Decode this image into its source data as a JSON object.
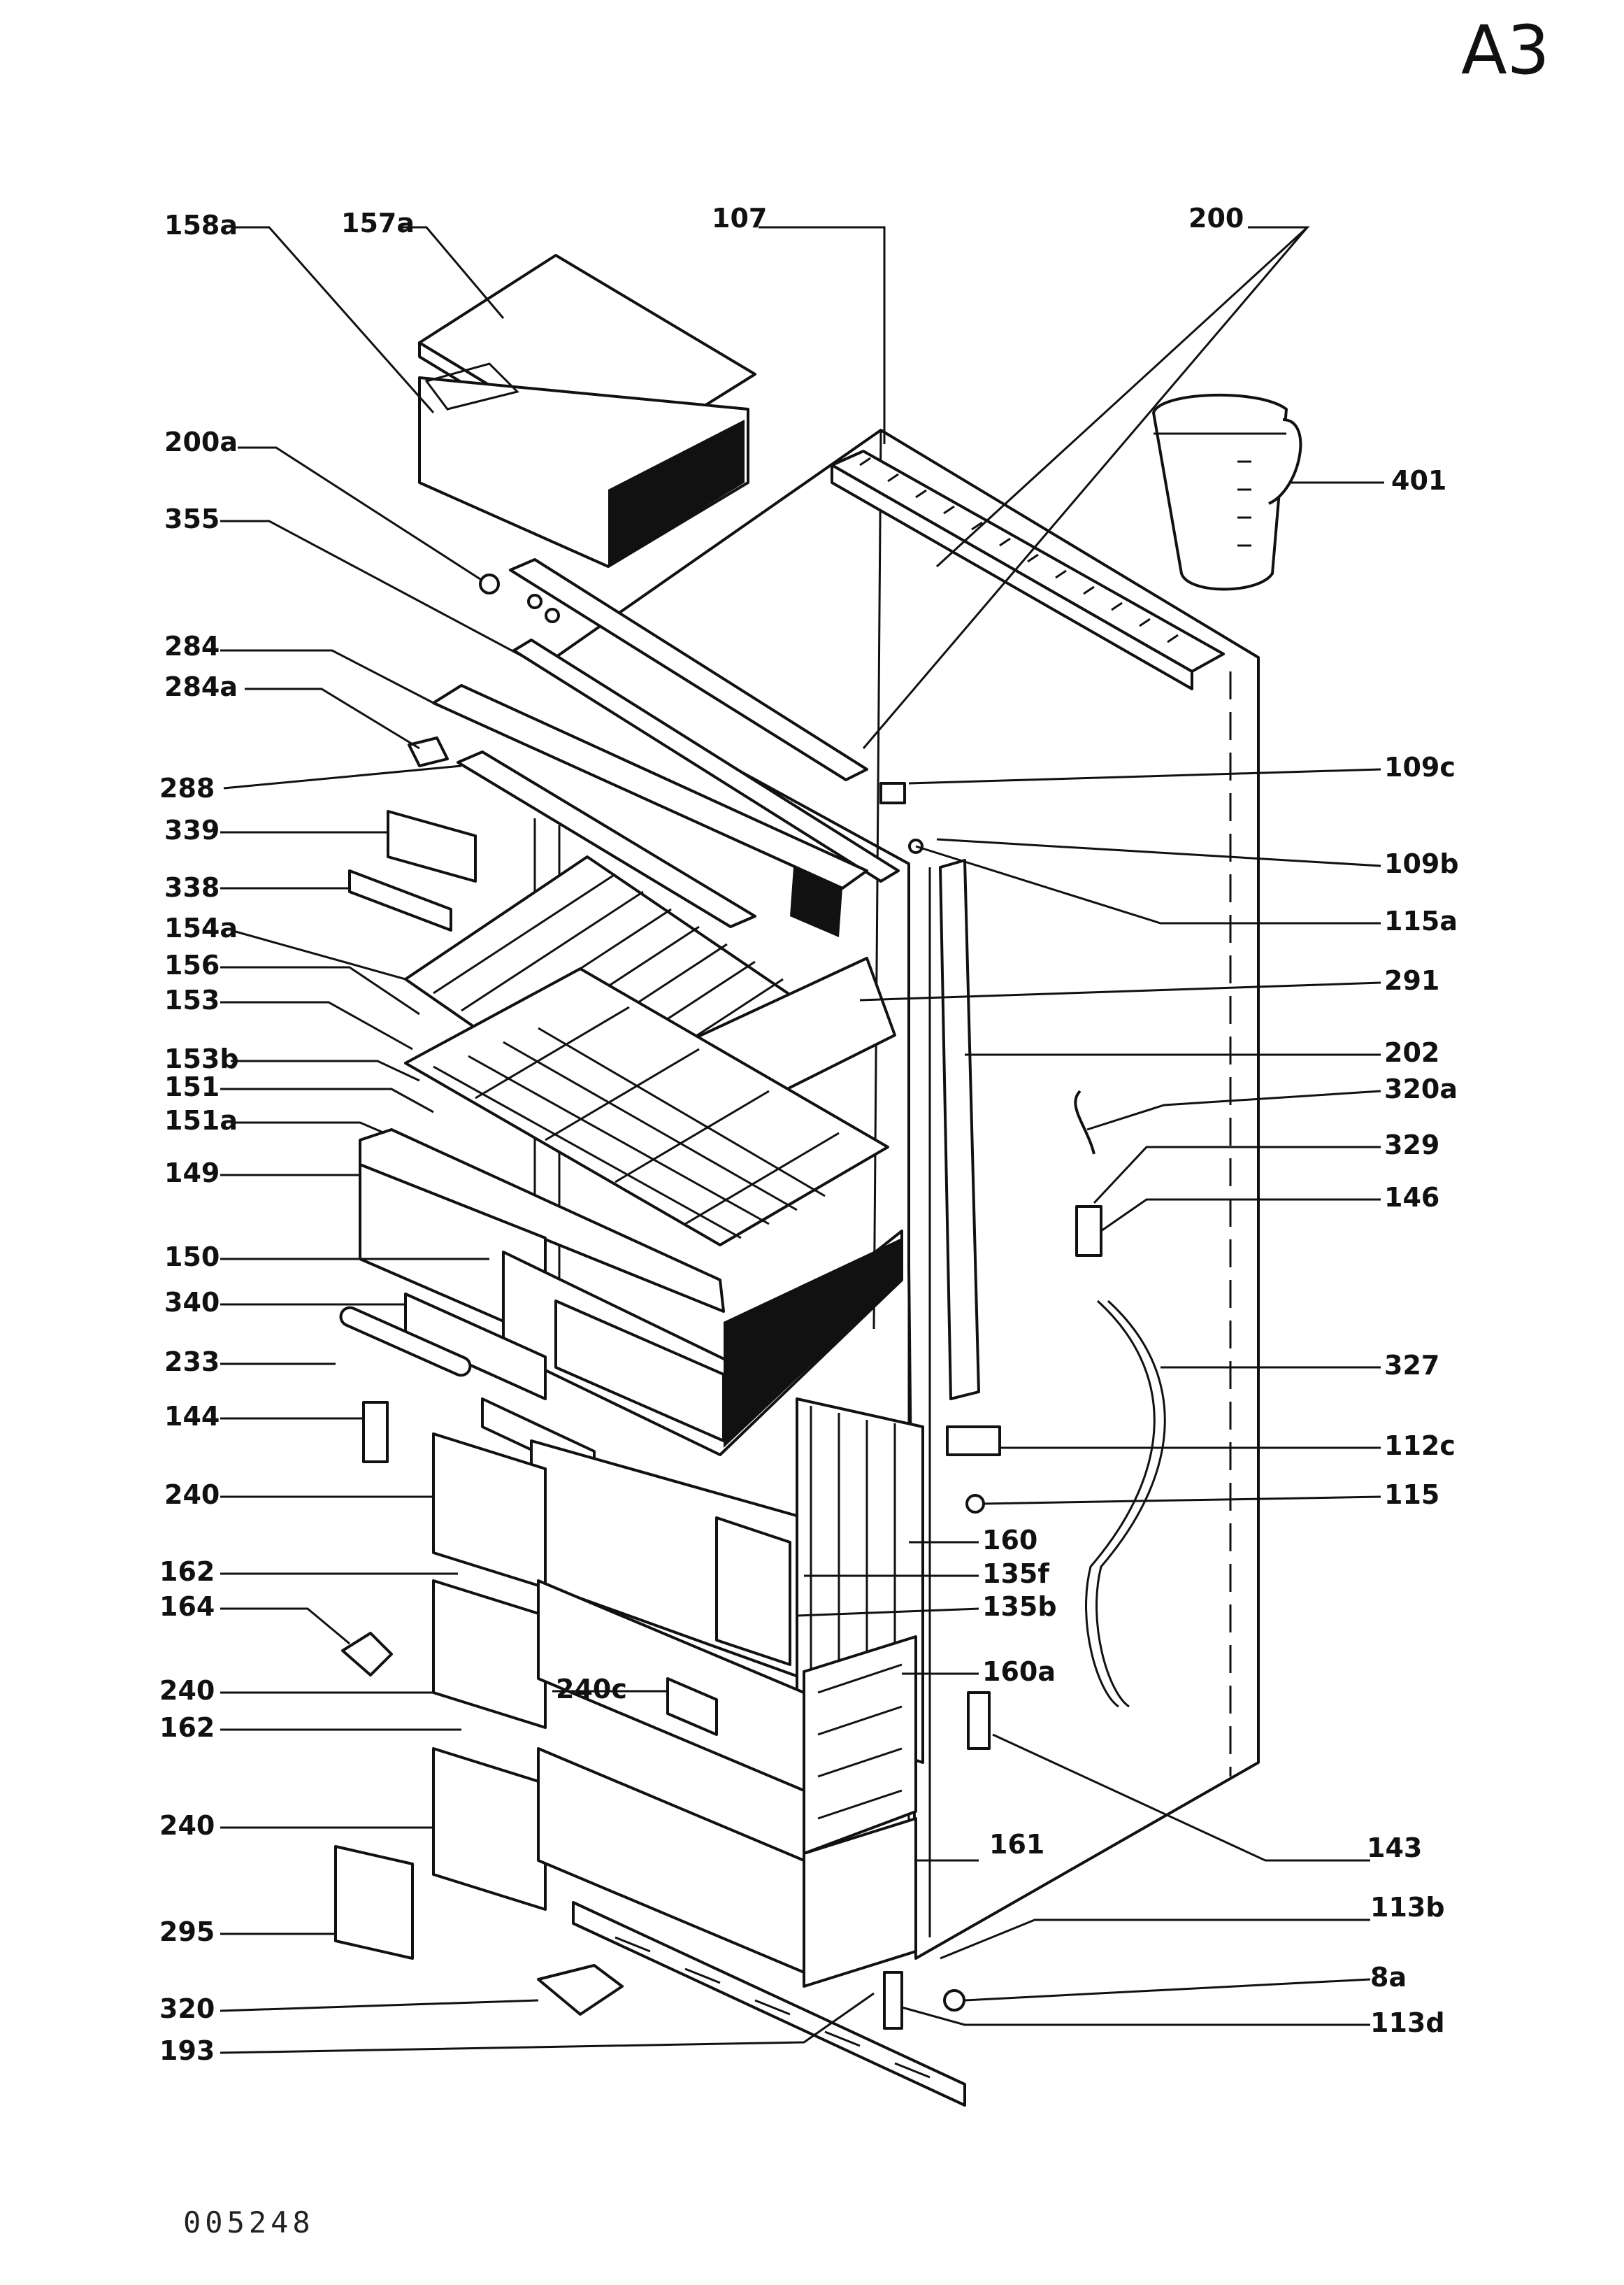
{
  "page": {
    "id": "A3",
    "doc_number": "005248"
  },
  "labels": {
    "p158a": "158a",
    "p157a": "157a",
    "p107": "107",
    "p200": "200",
    "p200a": "200a",
    "p355": "355",
    "p401": "401",
    "p284": "284",
    "p284a": "284a",
    "p288": "288",
    "p109c": "109c",
    "p339": "339",
    "p109b": "109b",
    "p338": "338",
    "p115a": "115a",
    "p154a": "154a",
    "p156": "156",
    "p291": "291",
    "p153": "153",
    "p153b": "153b",
    "p202": "202",
    "p151": "151",
    "p320a": "320a",
    "p151a": "151a",
    "p329": "329",
    "p149": "149",
    "p146": "146",
    "p150": "150",
    "p340": "340",
    "p233": "233",
    "p327": "327",
    "p144": "144",
    "p112c": "112c",
    "p240_1": "240",
    "p115": "115",
    "p160": "160",
    "p162_1": "162",
    "p135f": "135f",
    "p164": "164",
    "p135b": "135b",
    "p240_2": "240",
    "p240c": "240c",
    "p160a": "160a",
    "p162_2": "162",
    "p240_3": "240",
    "p161": "161",
    "p143": "143",
    "p295": "295",
    "p113b": "113b",
    "p8a": "8a",
    "p320": "320",
    "p113d": "113d",
    "p193": "193"
  }
}
